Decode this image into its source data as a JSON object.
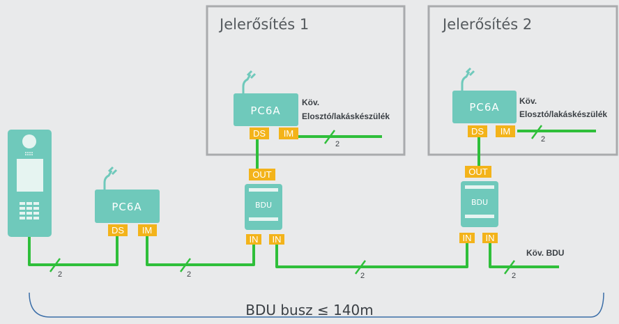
{
  "colors": {
    "background": "#e9eaeb",
    "wire": "#2fbf3a",
    "module": "#6fc9bb",
    "port": "#f3b31a",
    "box_border": "#a9abad"
  },
  "boxes": [
    {
      "title": "Jelerősítés 1"
    },
    {
      "title": "Jelerősítés 2"
    }
  ],
  "modules": {
    "pc6a_label": "PC6A",
    "bdu_label": "BDU"
  },
  "ports": {
    "ds": "DS",
    "im": "IM",
    "out": "OUT",
    "in": "IN"
  },
  "notes": {
    "next_line1": "Köv.",
    "next_line2": "Elosztó/lakáskészülék",
    "next_bdu": "Köv. BDU"
  },
  "wire_count": "2",
  "bus_label": "BDU busz  ≤ 140m"
}
